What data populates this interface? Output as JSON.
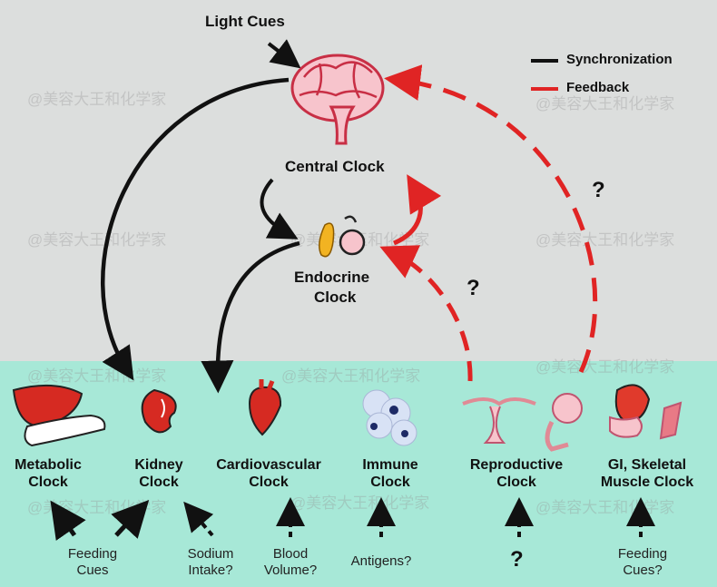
{
  "diagram": {
    "light_cues": "Light Cues",
    "central_clock": "Central Clock",
    "endocrine_clock_line1": "Endocrine",
    "endocrine_clock_line2": "Clock",
    "legend": {
      "synchronization": "Synchronization",
      "feedback": "Feedback",
      "sync_color": "#111111",
      "feedback_color": "#e02424"
    },
    "question_mark": "?",
    "peripheral_clocks": [
      {
        "line1": "Metabolic",
        "line2": "Clock",
        "input_line1": "Feeding",
        "input_line2": "Cues",
        "icon": "liver-pancreas-icon"
      },
      {
        "line1": "Kidney",
        "line2": "Clock",
        "input_line1": "",
        "input_line2": "",
        "icon": "kidney-icon"
      },
      {
        "line1": "Cardiovascular",
        "line2": "Clock",
        "input_line1": "Sodium",
        "input_line2": "Intake?",
        "icon": "heart-icon"
      },
      {
        "line1": "Immune",
        "line2": "Clock",
        "input_line1": "Blood",
        "input_line2": "Volume?",
        "icon": "immune-cells-icon"
      },
      {
        "line1": "Reproductive",
        "line2": "Clock",
        "input_line1": "Antigens?",
        "input_line2": "",
        "icon": "reproductive-organs-icon"
      },
      {
        "line1": "GI, Skeletal",
        "line2": "Muscle Clock",
        "input_line1": "Feeding",
        "input_line2": "Cues?",
        "icon": "gi-muscle-icon"
      }
    ],
    "watermark": "@美容大王和化学家",
    "colors": {
      "top_background": "#dcdedd",
      "bottom_background": "#a7e8d7"
    }
  }
}
